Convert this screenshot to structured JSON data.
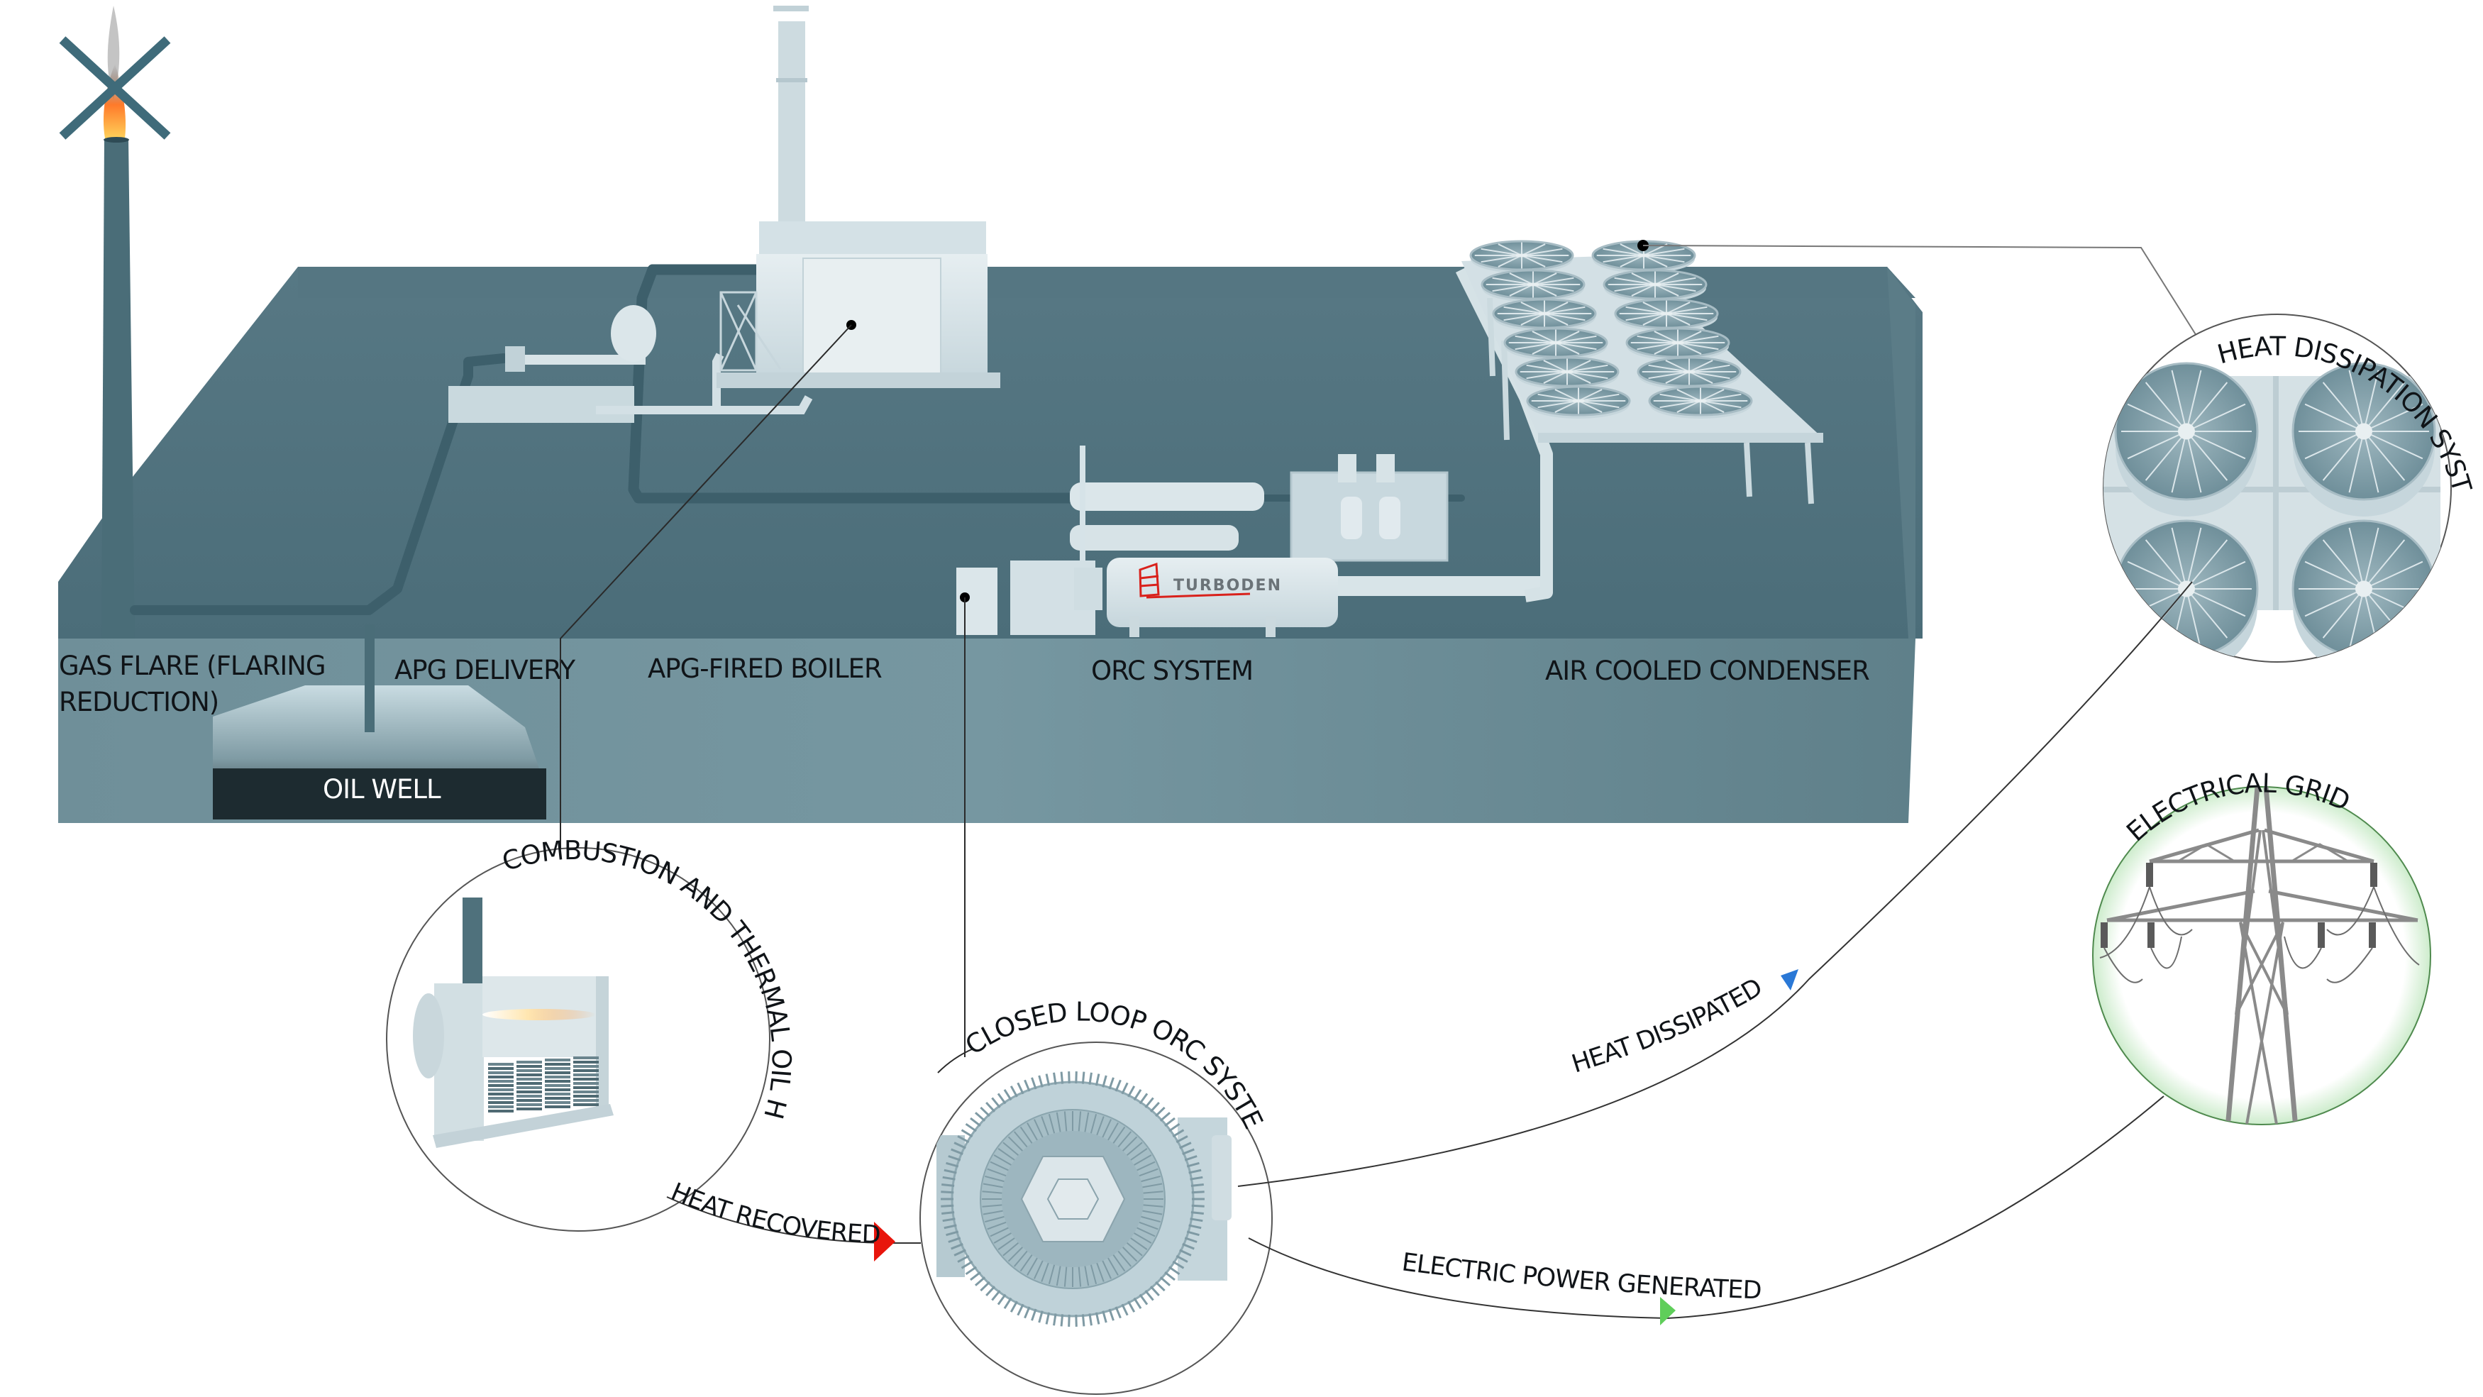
{
  "diagram": {
    "title": "APG-to-power ORC plant flow",
    "colors": {
      "platform_top": "#4e6f7a",
      "platform_front": "#6d8d97",
      "equipment": "#d7e3e7",
      "pipe_dark": "#3f6370",
      "flare_cross": "#3f6b7a",
      "heat_recovered_arrow": "#e8150c",
      "heat_dissipated_arrow": "#2a78d6",
      "electric_arrow": "#5fce5a",
      "brand_red": "#d9211b",
      "grid_ring": "#7cc67a"
    },
    "platform_labels": {
      "gas_flare_line1": "GAS FLARE (FLARING",
      "gas_flare_line2": "REDUCTION)",
      "apg_delivery": "APG DELIVERY",
      "apg_boiler": "APG-FIRED BOILER",
      "orc_system": "ORC SYSTEM",
      "air_cooled_condenser": "AIR COOLED CONDENSER",
      "oil_well": "OIL WELL"
    },
    "brand": {
      "name": "TURBODEN"
    },
    "callouts": {
      "combustion": "COMBUSTION AND THERMAL OIL HEATING",
      "closed_loop": "CLOSED LOOP ORC SYSTEM",
      "heat_dissipation": "HEAT DISSIPATION SYSTEM",
      "electrical_grid": "ELECTRICAL GRID"
    },
    "flows": {
      "heat_recovered": "HEAT RECOVERED",
      "heat_dissipated": "HEAT DISSIPATED",
      "electric_power": "ELECTRIC POWER GENERATED"
    },
    "status": {
      "gas_flare": "crossed-out (flaring eliminated)"
    }
  }
}
